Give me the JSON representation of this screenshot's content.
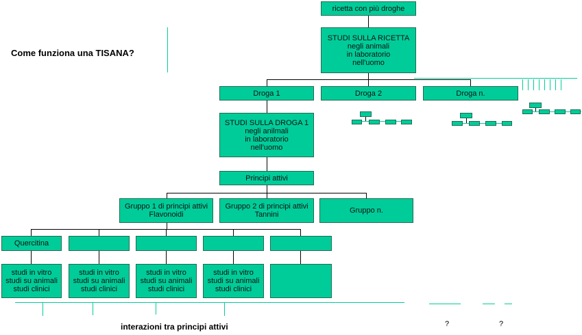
{
  "title": "Come funziona una TISANA?",
  "top_box": "ricetta con più droghe",
  "recipe_study": [
    "STUDI SULLA RICETTA",
    "negli animali",
    "in laboratorio",
    "nell'uomo"
  ],
  "drugs": [
    "Droga 1",
    "Droga 2",
    "Droga n."
  ],
  "drug_study": [
    "STUDI SULLA DROGA 1",
    "negli anilmali",
    "in laboratorio",
    "nell'uomo"
  ],
  "active_principles": "Principi attivi",
  "groups": [
    [
      "Gruppo 1 di principi attivi",
      "Flavonoidi"
    ],
    [
      "Gruppo 2 di principi attivi",
      "Tannini"
    ],
    [
      "Gruppo n."
    ]
  ],
  "compounds": [
    "Quercitina",
    "",
    "",
    "",
    ""
  ],
  "studies": [
    [
      "studi in vitro",
      "studi su animali",
      "studi clinici"
    ],
    [
      "studi in vitro",
      "studi su animali",
      "studi clinici"
    ],
    [
      "studi in vitro",
      "studi su animali",
      "studi clinici"
    ],
    [
      "studi in vitro",
      "studi su animali",
      "studi clinici"
    ],
    []
  ],
  "footer": "interazioni tra principi attivi",
  "question_marks": [
    "?",
    "?"
  ],
  "colors": {
    "box_fill": "#00cc99",
    "box_border": "#1e6b50",
    "connector": "#000000"
  }
}
